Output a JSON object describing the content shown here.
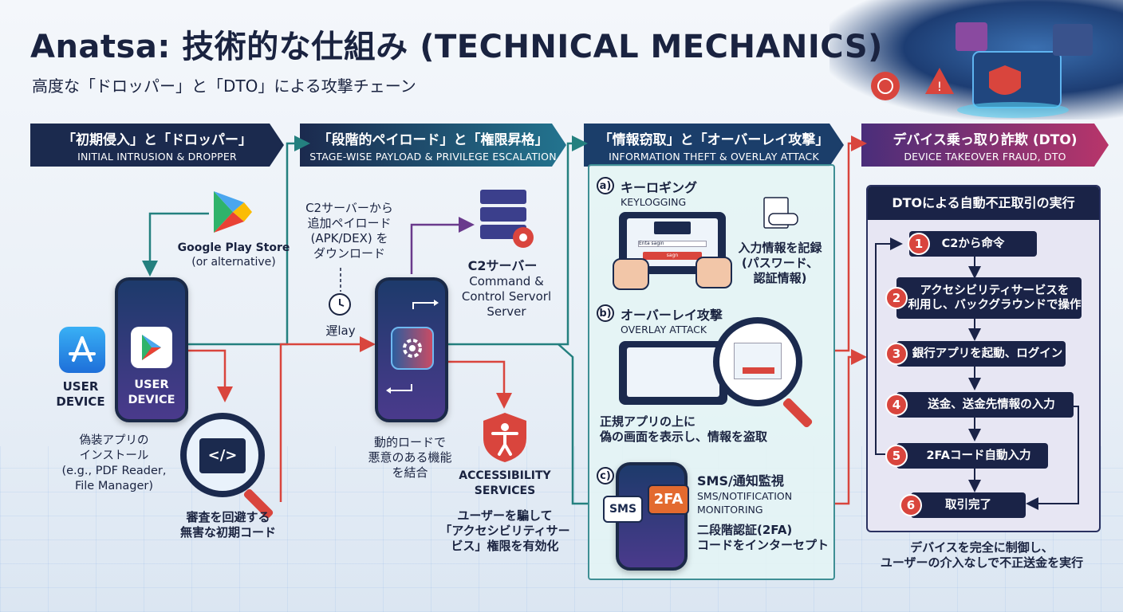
{
  "header": {
    "title": "Anatsa: 技術的な仕組み (TECHNICAL MECHANICS)",
    "subtitle": "高度な「ドロッパー」と「DTO」による攻撃チェーン"
  },
  "stages": [
    {
      "jp": "「初期侵入」と「ドロッパー」",
      "en": "INITIAL INTRUSION & DROPPER",
      "color": "#1b2a4e"
    },
    {
      "jp": "「段階的ペイロード」と「権限昇格」",
      "en": "STAGE-WISE PAYLOAD & PRIVILEGE ESCALATION",
      "color": "#1f5f80"
    },
    {
      "jp": "「情報窃取」と「オーバーレイ攻撃」",
      "en": "INFORMATION THEFT & OVERLAY ATTACK",
      "color": "#1b3e6a"
    },
    {
      "jp": "デバイス乗っ取り詐欺 (DTO)",
      "en": "DEVICE TAKEOVER FRAUD, DTO",
      "color": "#6a3076"
    }
  ],
  "stage1": {
    "store_name": "Google Play Store",
    "store_alt": "(or alternative)",
    "app_store_label": "USER\nDEVICE",
    "phone_label": "USER\nDEVICE",
    "install_text": "偽装アプリの\nインストール\n(e.g., PDF Reader,\nFile Manager)",
    "evade_text": "審査を回避する\n無害な初期コード",
    "code_glyph": "</>"
  },
  "stage2": {
    "download_text": "C2サーバーから\n追加ペイロード\n(APK/DEX) を\nダウンロード",
    "delay_text": "遅lay",
    "c2_title": "C2サーバー",
    "c2_desc": "Command &\nControl Servorl\nServer",
    "dynamic_text": "動的ロードで\n悪意のある機能\nを結合",
    "access_title": "ACCESSIBILITY\nSERVICES",
    "access_text": "ユーザーを騙して\n「アクセシビリティサー\nビス」権限を有効化"
  },
  "stage3": {
    "a_label": "a)",
    "a_title": "キーロギング",
    "a_sub": "KEYLOGGING",
    "a_text": "入力情報を記録\n(パスワード、\n認証情報)",
    "b_label": "b)",
    "b_title": "オーバーレイ攻撃",
    "b_sub": "OVERLAY ATTACK",
    "b_text": "正規アプリの上に\n偽の画面を表示し、情報を盗取",
    "c_label": "c)",
    "c_title": "SMS/通知監視",
    "c_sub": "SMS/NOTIFICATION\nMONITORING",
    "c_text": "二段階認証(2FA)\nコードをインターセプト",
    "sms_label": "SMS",
    "twofa_label": "2FA",
    "login_label": "sagn",
    "pw_label": "Enta sagin"
  },
  "stage4": {
    "panel_title": "DTOによる自動不正取引の実行",
    "steps": [
      {
        "num": "1",
        "text": "C2から命令"
      },
      {
        "num": "2",
        "text": "アクセシビリティサービスを\n利用し、バックグラウンドで操作"
      },
      {
        "num": "3",
        "text": "銀行アプリを起動、ログイン"
      },
      {
        "num": "4",
        "text": "送金、送金先情報の入力"
      },
      {
        "num": "5",
        "text": "2FAコード自動入力"
      },
      {
        "num": "6",
        "text": "取引完了"
      }
    ],
    "footer_text": "デバイスを完全に制御し、\nユーザーの介入なしで不正送金を実行"
  }
}
